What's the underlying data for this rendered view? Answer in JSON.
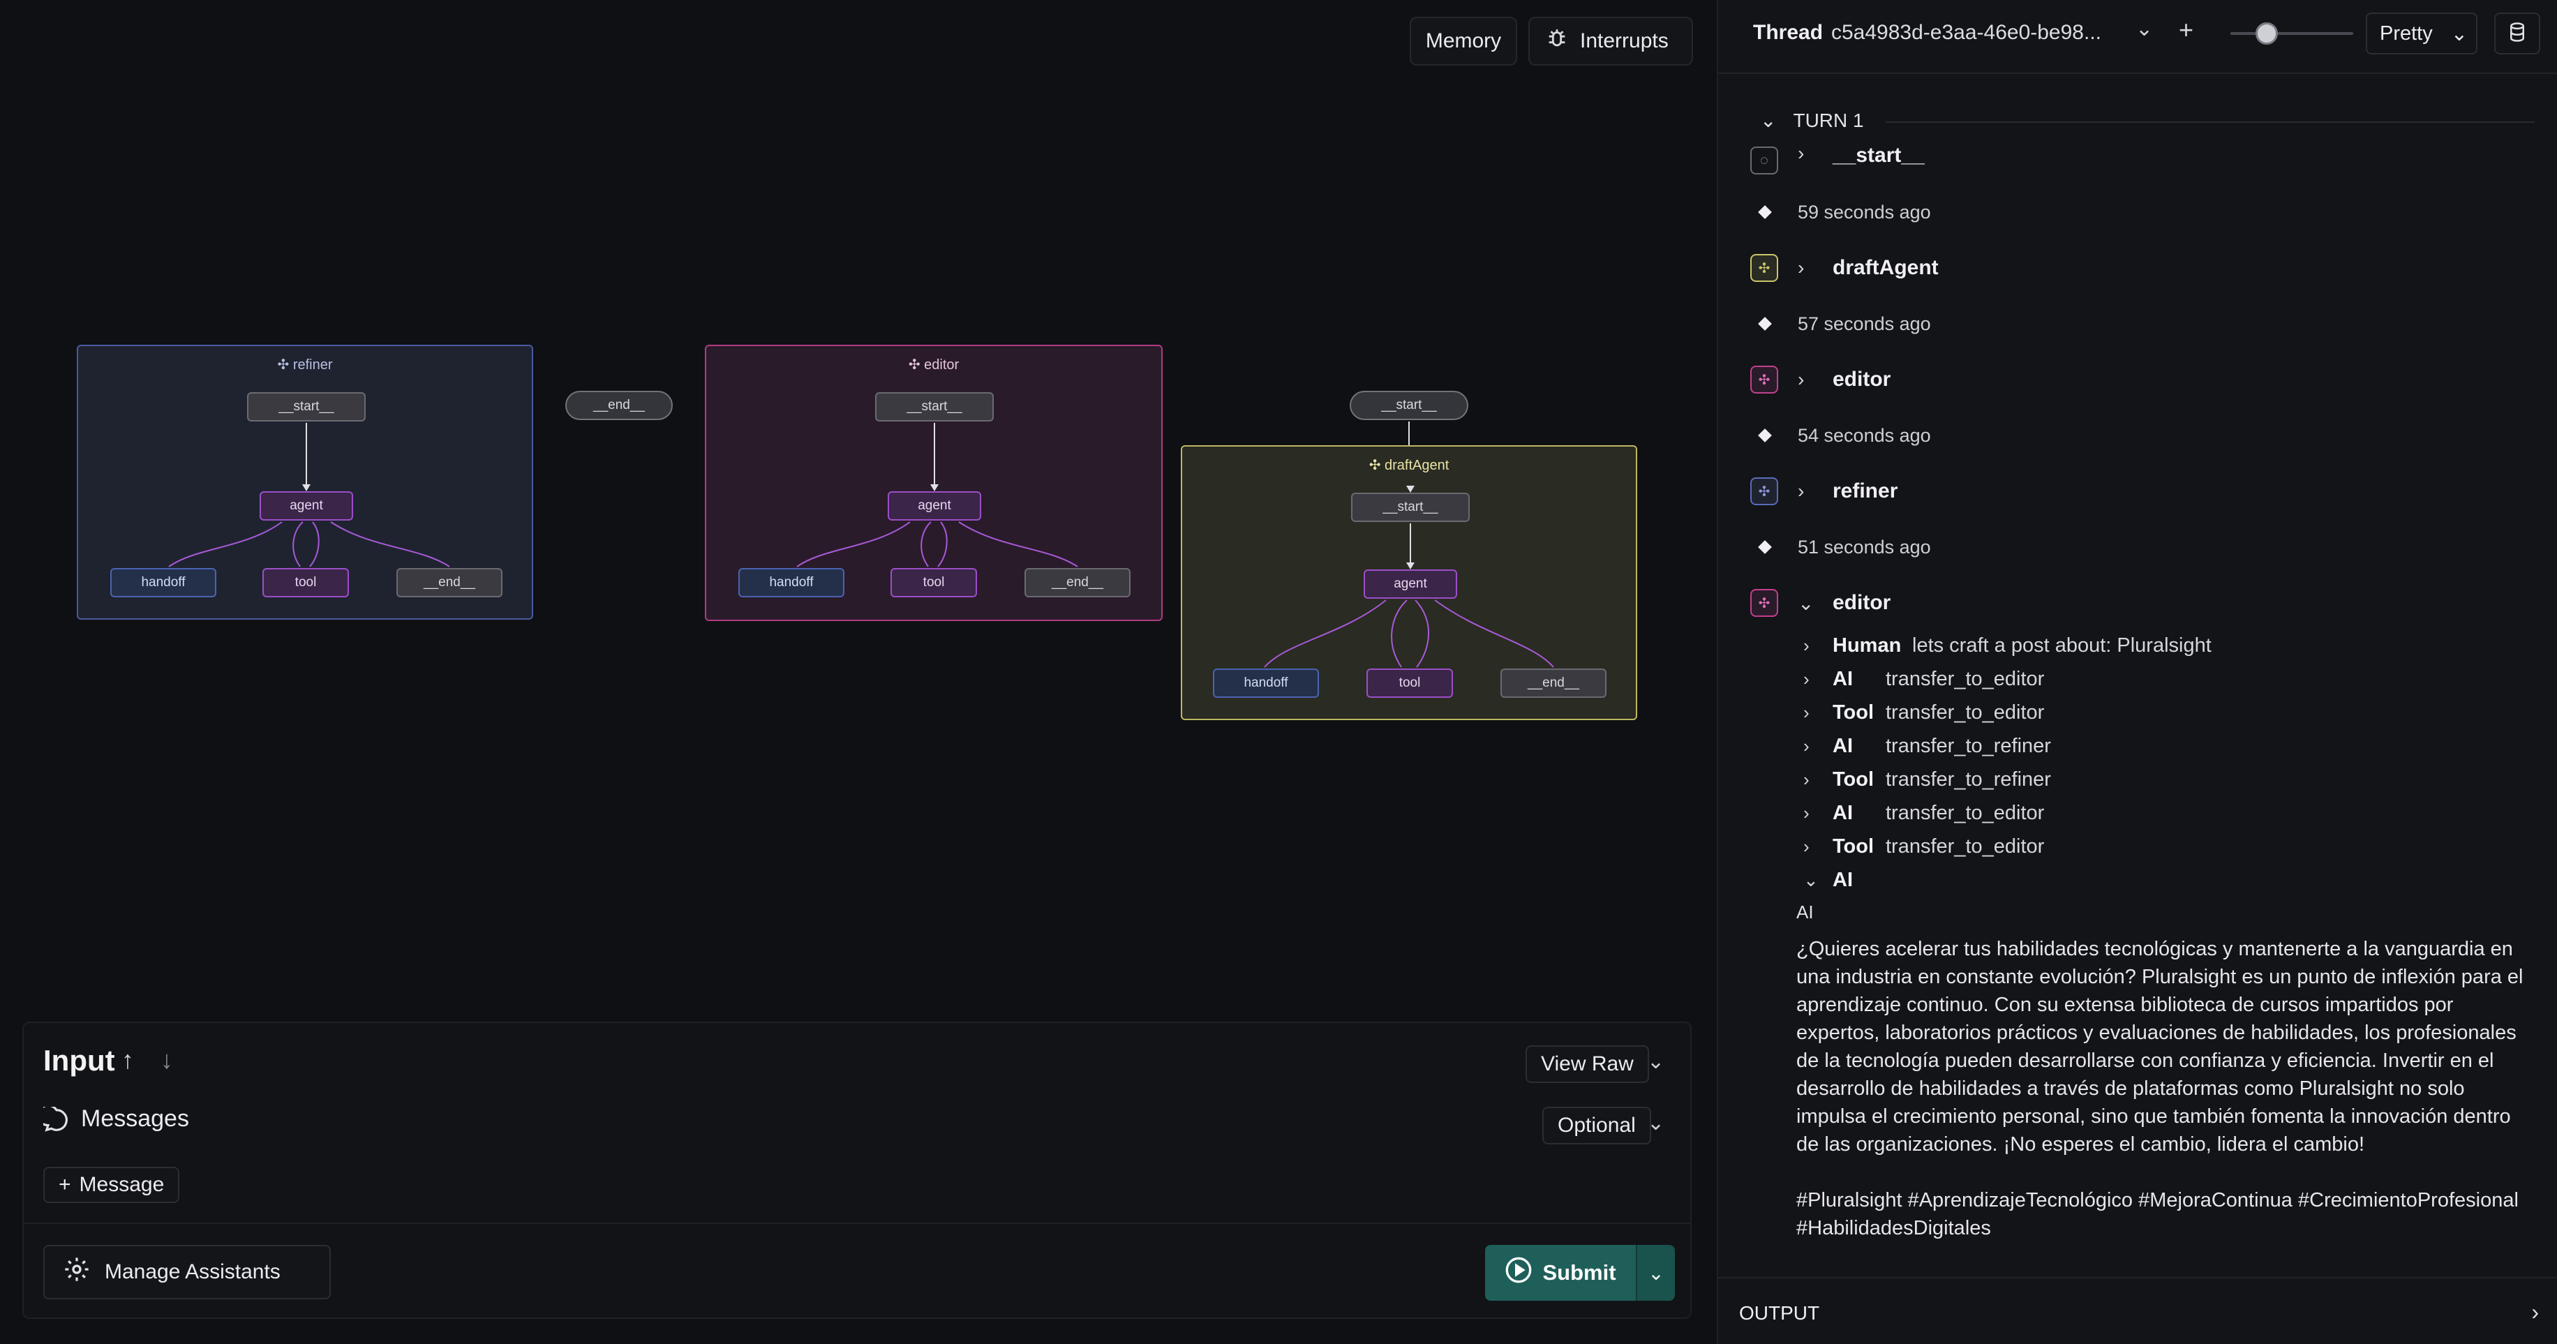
{
  "canvas": {
    "memory_label": "Memory",
    "interrupts_label": "Interrupts",
    "end_pill": "__end__",
    "start_pill": "__start__",
    "subgraphs": [
      {
        "title": "refiner",
        "start": "__start__",
        "agent": "agent",
        "handoff": "handoff",
        "tool": "tool",
        "end": "__end__"
      },
      {
        "title": "editor",
        "start": "__start__",
        "agent": "agent",
        "handoff": "handoff",
        "tool": "tool",
        "end": "__end__"
      },
      {
        "title": "draftAgent",
        "start": "__start__",
        "agent": "agent",
        "handoff": "handoff",
        "tool": "tool",
        "end": "__end__"
      }
    ]
  },
  "input": {
    "title": "Input",
    "view_raw": "View Raw",
    "messages_label": "Messages",
    "optional_label": "Optional",
    "add_message": "Message",
    "manage_assistants": "Manage Assistants",
    "submit": "Submit"
  },
  "thread": {
    "label": "Thread",
    "id": "c5a4983d-e3aa-46e0-be98...",
    "view_mode": "Pretty",
    "turn": "TURN 1",
    "events": [
      {
        "type": "node",
        "name": "__start__"
      },
      {
        "type": "time",
        "text": "59 seconds ago"
      },
      {
        "type": "node",
        "name": "draftAgent"
      },
      {
        "type": "time",
        "text": "57 seconds ago"
      },
      {
        "type": "node",
        "name": "editor"
      },
      {
        "type": "time",
        "text": "54 seconds ago"
      },
      {
        "type": "node",
        "name": "refiner"
      },
      {
        "type": "time",
        "text": "51 seconds ago"
      },
      {
        "type": "node",
        "name": "editor"
      }
    ],
    "messages": [
      {
        "role": "Human",
        "text": "lets craft a post about: Pluralsight"
      },
      {
        "role": "AI",
        "text": "transfer_to_editor"
      },
      {
        "role": "Tool",
        "text": "transfer_to_editor"
      },
      {
        "role": "AI",
        "text": "transfer_to_refiner"
      },
      {
        "role": "Tool",
        "text": "transfer_to_refiner"
      },
      {
        "role": "AI",
        "text": "transfer_to_editor"
      },
      {
        "role": "Tool",
        "text": "transfer_to_editor"
      },
      {
        "role": "AI",
        "text": ""
      }
    ],
    "ai_label": "AI",
    "ai_body": "¿Quieres acelerar tus habilidades tecnológicas y mantenerte a la vanguardia en una industria en constante evolución? Pluralsight es un punto de inflexión para el aprendizaje continuo. Con su extensa biblioteca de cursos impartidos por expertos, laboratorios prácticos y evaluaciones de habilidades, los profesionales de la tecnología pueden desarrollarse con confianza y eficiencia. Invertir en el desarrollo de habilidades a través de plataformas como Pluralsight no solo impulsa el crecimiento personal, sino que también fomenta la innovación dentro de las organizaciones. ¡No esperes el cambio, lidera el cambio!",
    "ai_tags": "#Pluralsight #AprendizajeTecnológico #MejoraContinua #CrecimientoProfesional #HabilidadesDigitales",
    "output_label": "OUTPUT"
  },
  "colors": {
    "refiner": "#5a6bb8",
    "editor": "#c2408f",
    "draftAgent": "#c9c56a",
    "submit": "#1f5f5a"
  }
}
